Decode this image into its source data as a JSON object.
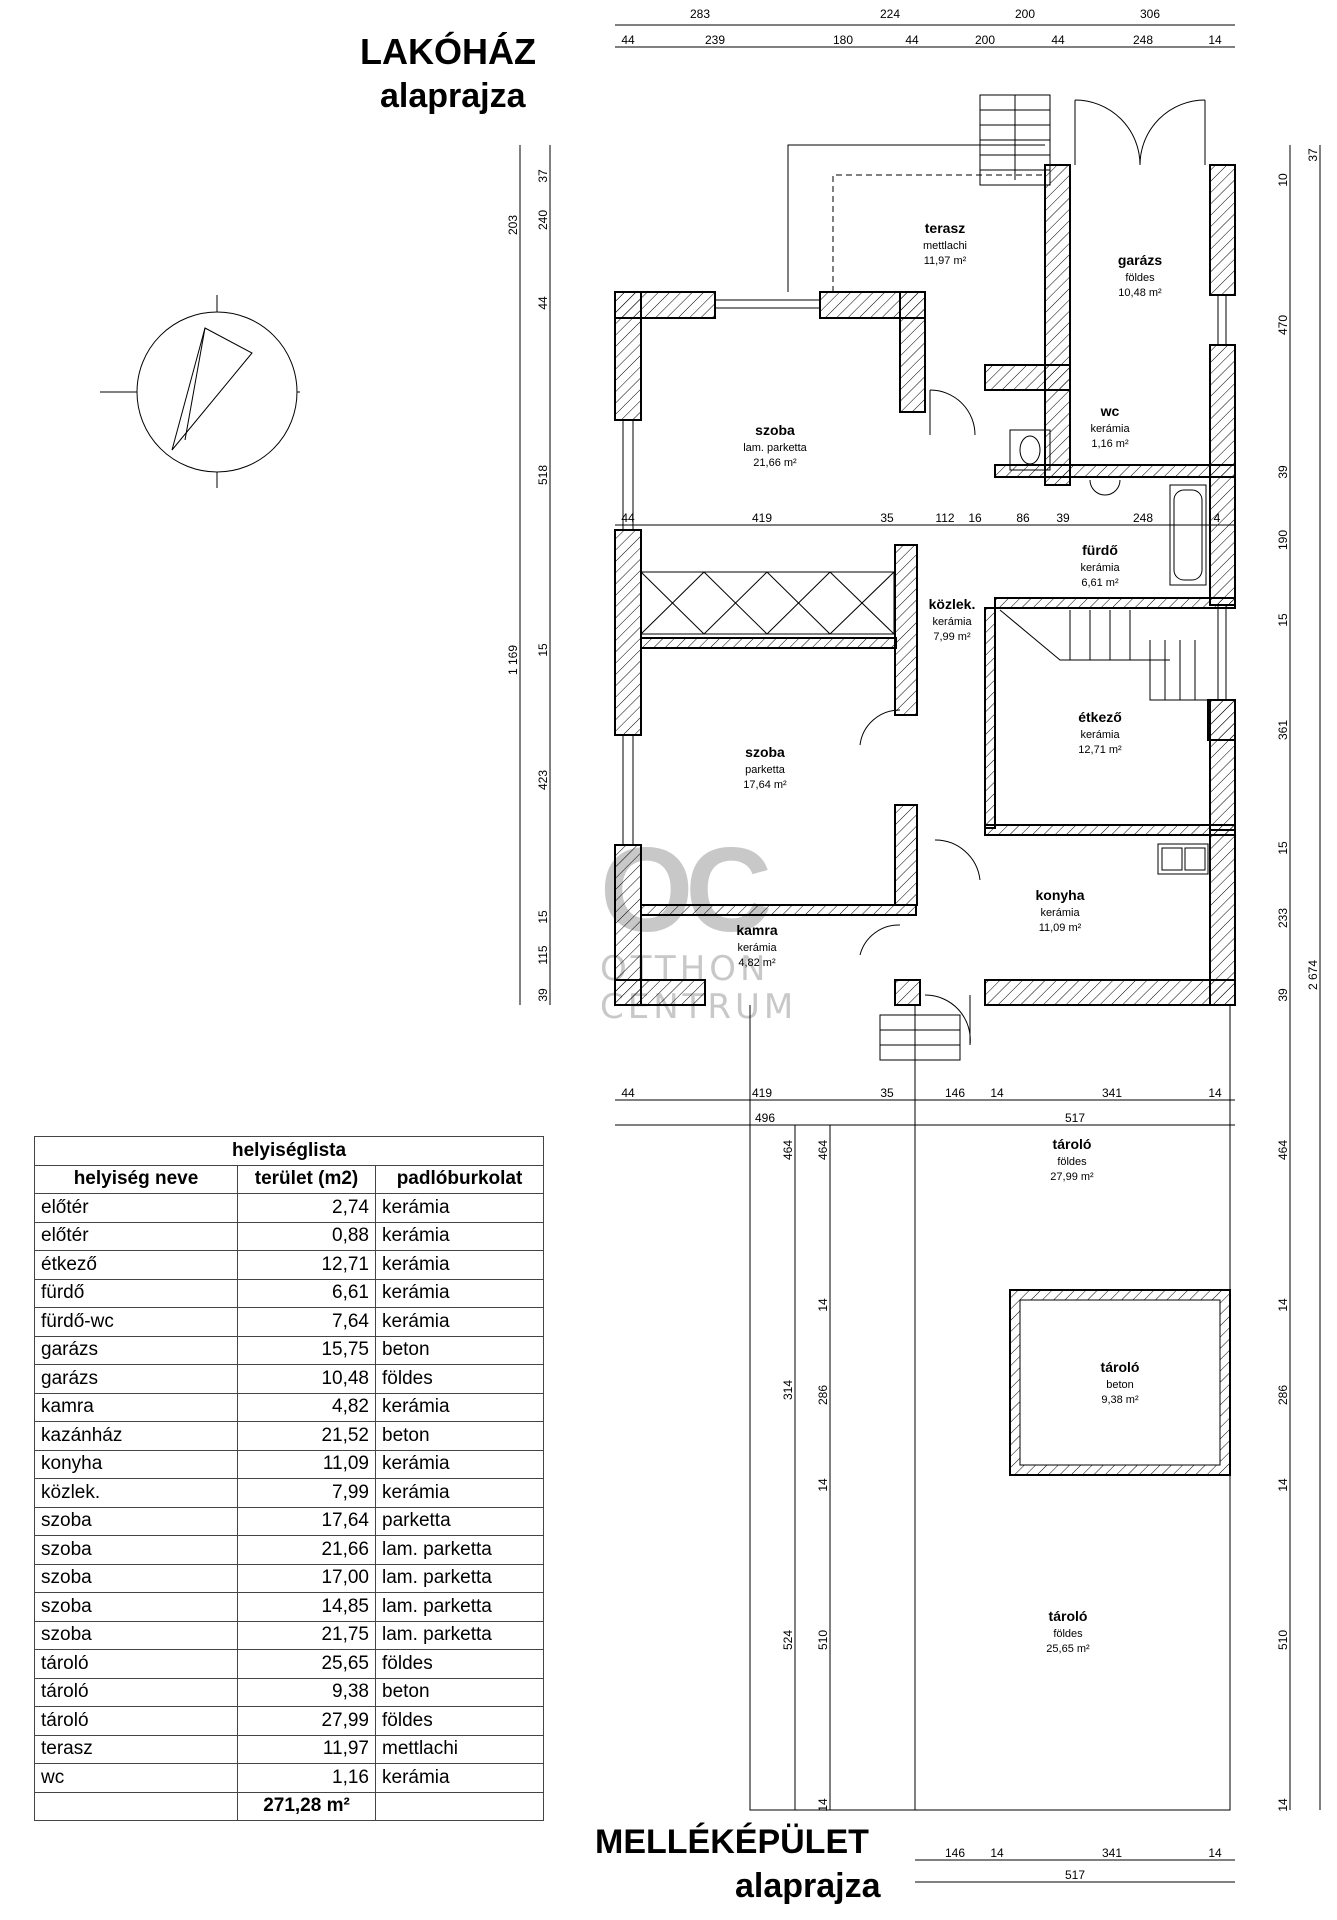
{
  "titles": {
    "house_line1": "LAKÓHÁZ",
    "house_line2": "alaprajza",
    "annex_line1": "MELLÉKÉPÜLET",
    "annex_line2": "alaprajza"
  },
  "watermark": {
    "mark": "OC",
    "line1": "OTTHON",
    "line2": "CENTRUM"
  },
  "rooms_on_plan": [
    {
      "name": "terasz",
      "floor": "mettlachi",
      "area": "11,97 m²"
    },
    {
      "name": "garázs",
      "floor": "földes",
      "area": "10,48 m²"
    },
    {
      "name": "wc",
      "floor": "kerámia",
      "area": "1,16 m²"
    },
    {
      "name": "szoba",
      "floor": "lam. parketta",
      "area": "21,66 m²"
    },
    {
      "name": "fürdő",
      "floor": "kerámia",
      "area": "6,61 m²"
    },
    {
      "name": "közlek.",
      "floor": "kerámia",
      "area": "7,99 m²"
    },
    {
      "name": "étkező",
      "floor": "kerámia",
      "area": "12,71 m²"
    },
    {
      "name": "szoba",
      "floor": "parketta",
      "area": "17,64 m²"
    },
    {
      "name": "konyha",
      "floor": "kerámia",
      "area": "11,09 m²"
    },
    {
      "name": "kamra",
      "floor": "kerámia",
      "area": "4,82 m²"
    },
    {
      "name": "tároló",
      "floor": "földes",
      "area": "27,99 m²"
    },
    {
      "name": "tároló",
      "floor": "beton",
      "area": "9,38 m²"
    },
    {
      "name": "tároló",
      "floor": "földes",
      "area": "25,65 m²"
    }
  ],
  "dimensions": {
    "top1": [
      "283",
      "224",
      "200",
      "306"
    ],
    "top2": [
      "44",
      "239",
      "180",
      "44",
      "200",
      "44",
      "248",
      "14"
    ],
    "mid1": [
      "44",
      "419",
      "35",
      "112",
      "16",
      "86",
      "39",
      "248",
      "4"
    ],
    "bot1": [
      "44",
      "419",
      "35",
      "146",
      "14",
      "341",
      "14"
    ],
    "bot2": [
      "496",
      "517"
    ],
    "left_outer": [
      "203",
      "1 169"
    ],
    "left_inner": [
      "37",
      "240",
      "44",
      "518",
      "15",
      "423",
      "15",
      "115",
      "39"
    ],
    "right_inner": [
      "10",
      "470",
      "39",
      "190",
      "15",
      "361",
      "15",
      "233",
      "39"
    ],
    "right_outer": [
      "37",
      "2 674"
    ],
    "annex_left_outer": [
      "464",
      "314",
      "524"
    ],
    "annex_left_inner": [
      "464",
      "14",
      "286",
      "14",
      "510",
      "14"
    ],
    "annex_right": [
      "464",
      "14",
      "286",
      "14",
      "510",
      "14"
    ],
    "annex_bottom1": [
      "146",
      "14",
      "341",
      "14"
    ],
    "annex_bottom2": [
      "517"
    ]
  },
  "table": {
    "title": "helyiséglista",
    "headers": [
      "helyiség neve",
      "terület (m2)",
      "padlóburkolat"
    ],
    "rows": [
      [
        "előtér",
        "2,74",
        "kerámia"
      ],
      [
        "előtér",
        "0,88",
        "kerámia"
      ],
      [
        "étkező",
        "12,71",
        "kerámia"
      ],
      [
        "fürdő",
        "6,61",
        "kerámia"
      ],
      [
        "fürdő-wc",
        "7,64",
        "kerámia"
      ],
      [
        "garázs",
        "15,75",
        "beton"
      ],
      [
        "garázs",
        "10,48",
        "földes"
      ],
      [
        "kamra",
        "4,82",
        "kerámia"
      ],
      [
        "kazánház",
        "21,52",
        "beton"
      ],
      [
        "konyha",
        "11,09",
        "kerámia"
      ],
      [
        "közlek.",
        "7,99",
        "kerámia"
      ],
      [
        "szoba",
        "17,64",
        "parketta"
      ],
      [
        "szoba",
        "21,66",
        "lam. parketta"
      ],
      [
        "szoba",
        "17,00",
        "lam. parketta"
      ],
      [
        "szoba",
        "14,85",
        "lam. parketta"
      ],
      [
        "szoba",
        "21,75",
        "lam. parketta"
      ],
      [
        "tároló",
        "25,65",
        "földes"
      ],
      [
        "tároló",
        "9,38",
        "beton"
      ],
      [
        "tároló",
        "27,99",
        "földes"
      ],
      [
        "terasz",
        "11,97",
        "mettlachi"
      ],
      [
        "wc",
        "1,16",
        "kerámia"
      ]
    ],
    "total": "271,28 m²"
  }
}
